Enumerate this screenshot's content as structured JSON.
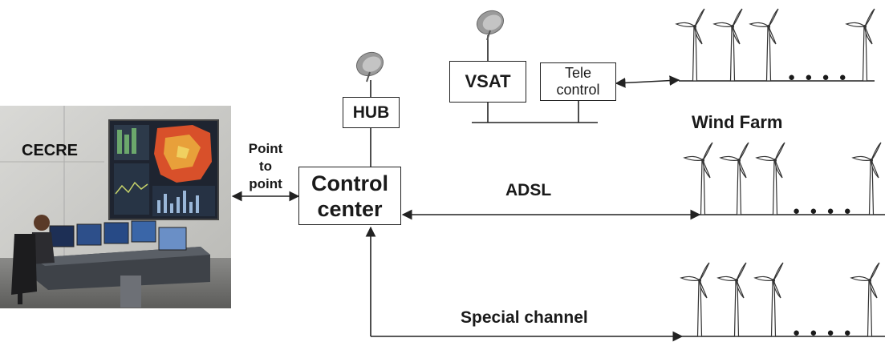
{
  "photo": {
    "label": "CECRE"
  },
  "nodes": {
    "hub": "HUB",
    "control_center": "Control\ncenter",
    "vsat": "VSAT",
    "telecontrol": "Tele\ncontrol"
  },
  "links": {
    "point_to_point": "Point\nto\npoint",
    "adsl": "ADSL",
    "special_channel": "Special channel"
  },
  "wind_farm": {
    "label": "Wind Farm",
    "ellipsis": "● ● ● ●"
  },
  "colors": {
    "line": "#222222",
    "turbine": "#333333",
    "wall": "#c9c9c7",
    "floor": "#7a7a7a"
  }
}
